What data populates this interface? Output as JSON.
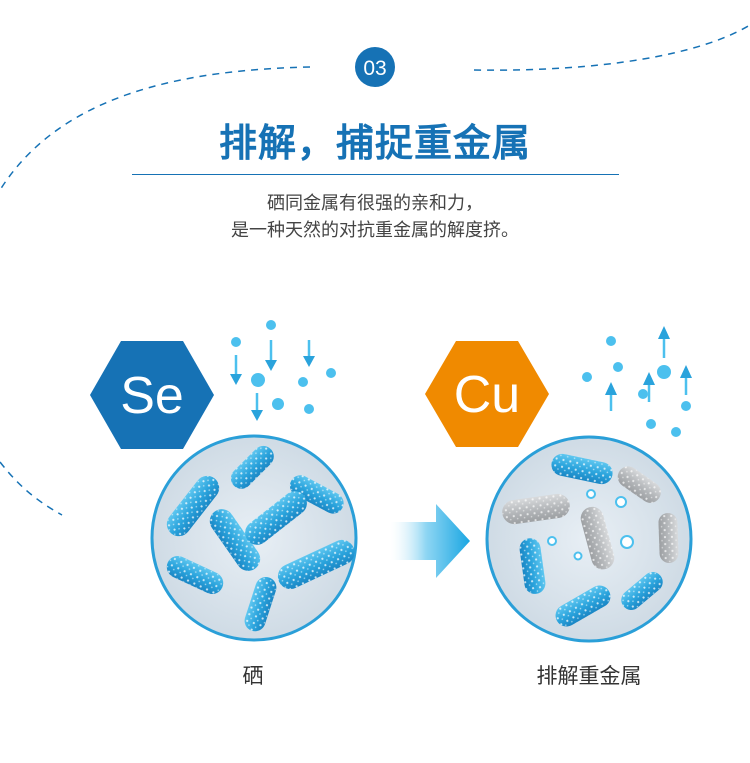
{
  "badge": {
    "number": "03",
    "color": "#1672b5"
  },
  "title": "排解，捕捉重金属",
  "description": {
    "line1": "硒同金属有很强的亲和力，",
    "line2": "是一种天然的对抗重金属的解度挤。"
  },
  "left": {
    "hexagon_label": "Se",
    "hexagon_color": "#1672b5",
    "caption": "硒"
  },
  "right": {
    "hexagon_label": "Cu",
    "hexagon_color": "#f08a00",
    "caption": "排解重金属"
  },
  "colors": {
    "accent": "#1672b5",
    "bacteria_blue": "#3aaee4",
    "bacteria_gray": "#b5b8bb",
    "particle": "#4cc0ee",
    "circle_fill": "#dbe5ed",
    "arrow": "#2bb0e6"
  },
  "icons": {
    "arrow": "arrow-right-icon",
    "hexagon": "hexagon-icon"
  }
}
